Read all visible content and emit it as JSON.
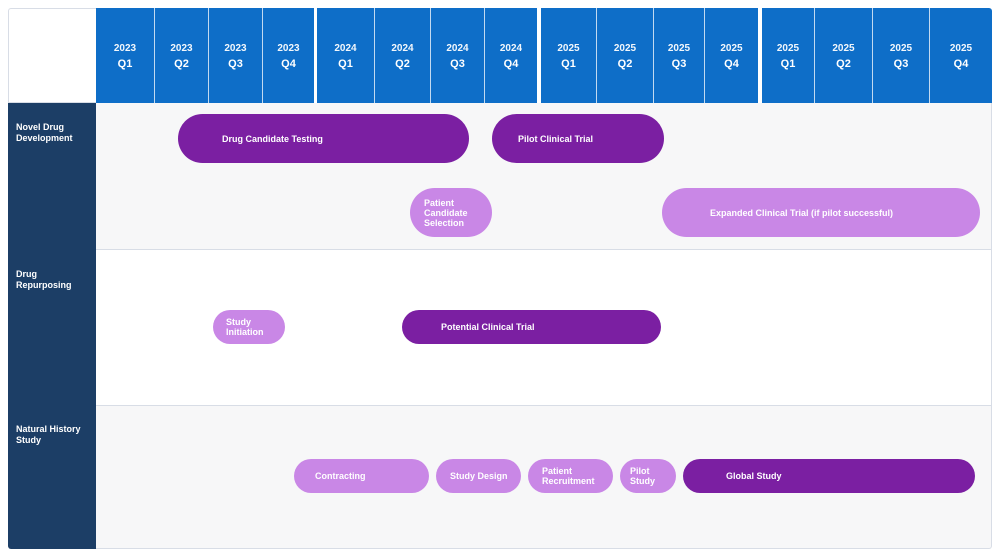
{
  "timeline": {
    "years": [
      {
        "year": "2023",
        "quarters": [
          "Q1",
          "Q2",
          "Q3",
          "Q4"
        ]
      },
      {
        "year": "2024",
        "quarters": [
          "Q1",
          "Q2",
          "Q3",
          "Q4"
        ]
      },
      {
        "year": "2025",
        "quarters": [
          "Q1",
          "Q2",
          "Q3",
          "Q4"
        ]
      },
      {
        "year": "2025",
        "quarters": [
          "Q1",
          "Q2",
          "Q3",
          "Q4"
        ]
      }
    ]
  },
  "lanes": [
    {
      "label": "Novel Drug Development"
    },
    {
      "label": "Drug Repurposing"
    },
    {
      "label": "Natural History Study"
    }
  ],
  "tasks": [
    {
      "label": "Drug Candidate Testing",
      "tone": "dark"
    },
    {
      "label": "Pilot Clinical Trial",
      "tone": "dark"
    },
    {
      "label": "Patient Candidate Selection",
      "tone": "light"
    },
    {
      "label": "Expanded Clinical Trial (if pilot successful)",
      "tone": "light"
    },
    {
      "label": "Study Initiation",
      "tone": "light"
    },
    {
      "label": "Potential Clinical Trial",
      "tone": "dark"
    },
    {
      "label": "Contracting",
      "tone": "light"
    },
    {
      "label": "Study Design",
      "tone": "light"
    },
    {
      "label": "Patient Recruitment",
      "tone": "light"
    },
    {
      "label": "Pilot Study",
      "tone": "light"
    },
    {
      "label": "Global Study",
      "tone": "dark"
    }
  ],
  "colors": {
    "header_blue": "#0e6ec8",
    "lane_label_navy": "#1c3e66",
    "bar_dark_purple": "#7b1fa2",
    "bar_light_purple": "#c987e6",
    "lane_alt_bg": "#f7f7f8"
  }
}
